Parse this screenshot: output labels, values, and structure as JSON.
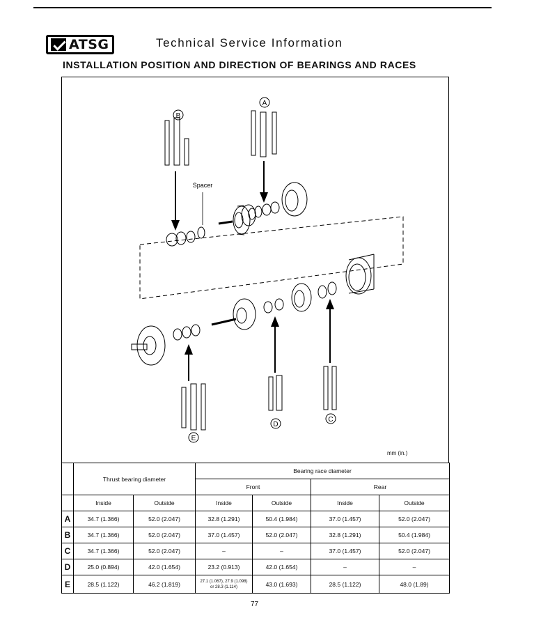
{
  "header": {
    "logo_text": "ATSG",
    "title": "Technical Service Information"
  },
  "section_title": "INSTALLATION POSITION AND DIRECTION OF BEARINGS AND RACES",
  "diagram": {
    "labels": {
      "a": "A",
      "b": "B",
      "c": "C",
      "d": "D",
      "e": "E"
    },
    "spacer_label": "Spacer",
    "units_note": "mm (in.)"
  },
  "table": {
    "headers": {
      "thrust": "Thrust bearing diameter",
      "race": "Bearing race diameter",
      "front": "Front",
      "rear": "Rear",
      "inside": "Inside",
      "outside": "Outside"
    },
    "rows": [
      {
        "label": "A",
        "t_in": "34.7 (1.366)",
        "t_out": "52.0 (2.047)",
        "f_in": "32.8 (1.291)",
        "f_out": "50.4 (1.984)",
        "r_in": "37.0 (1.457)",
        "r_out": "52.0 (2.047)"
      },
      {
        "label": "B",
        "t_in": "34.7 (1.366)",
        "t_out": "52.0 (2.047)",
        "f_in": "37.0 (1.457)",
        "f_out": "52.0 (2.047)",
        "r_in": "32.8 (1.291)",
        "r_out": "50.4 (1.984)"
      },
      {
        "label": "C",
        "t_in": "34.7 (1.366)",
        "t_out": "52.0 (2.047)",
        "f_in": "–",
        "f_out": "–",
        "r_in": "37.0 (1.457)",
        "r_out": "52.0 (2.047)"
      },
      {
        "label": "D",
        "t_in": "25.0 (0.894)",
        "t_out": "42.0 (1.654)",
        "f_in": "23.2 (0.913)",
        "f_out": "42.0 (1.654)",
        "r_in": "–",
        "r_out": "–"
      },
      {
        "label": "E",
        "t_in": "28.5 (1.122)",
        "t_out": "46.2 (1.819)",
        "f_in_line1": "27.1 (1.067), 27.9 (1.098)",
        "f_in_line2": "or 28.3 (1.114)",
        "f_out": "43.0 (1.693)",
        "r_in": "28.5 (1.122)",
        "r_out": "48.0 (1.89)"
      }
    ]
  },
  "page_number": "77"
}
